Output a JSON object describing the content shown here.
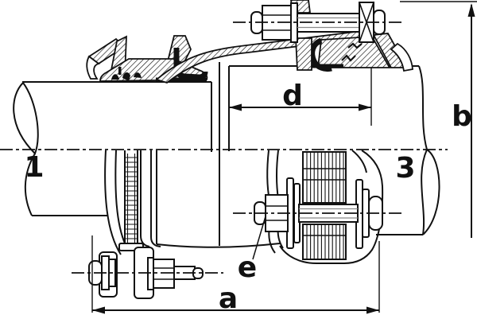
{
  "diagram": {
    "type": "technical-drawing",
    "description": "Half-section engineering drawing of a wide-range pipe coupling joining two pipes of different diameters, with bolted clamp flanges, rubber seals and dimension callouts",
    "background_color": "#ffffff",
    "line_color": "#111111",
    "labels": {
      "pipe_left": "1",
      "pipe_right": "3",
      "dim_length": "a",
      "dim_height": "b",
      "dim_depth": "d",
      "bolt_callout": "e"
    }
  }
}
